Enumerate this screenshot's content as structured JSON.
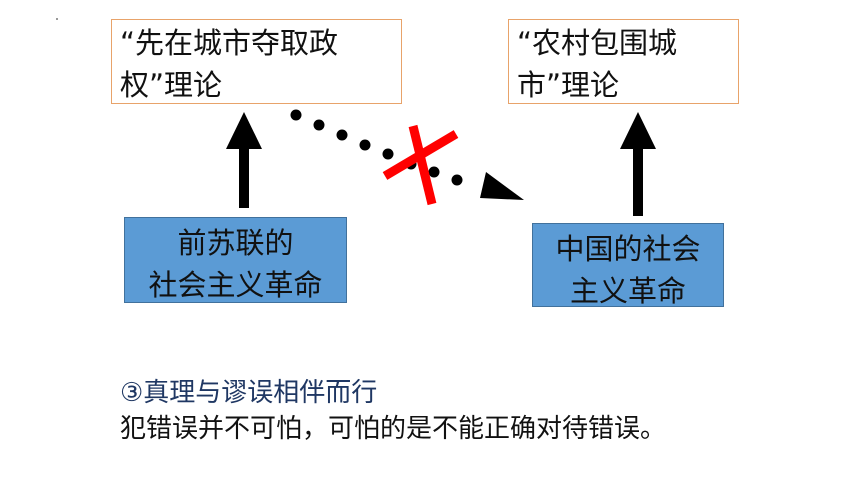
{
  "theory_left": {
    "line1": "“先在城市夺取政",
    "line2": "权”理论"
  },
  "theory_right": {
    "line1": "“农村包围城",
    "line2": "市”理论"
  },
  "revolution_left": {
    "line1": "前苏联的",
    "line2": "社会主义革命"
  },
  "revolution_right": {
    "line1": "中国的社会",
    "line2": "主义革命"
  },
  "note": {
    "heading": "③真理与谬误相伴而行",
    "text": "犯错误并不可怕，可怕的是不能正确对待错误。"
  },
  "colors": {
    "theory_border": "#e8a36a",
    "revolution_fill": "#5b9bd5",
    "arrow": "#000000",
    "cross": "#ff0000",
    "heading": "#1f3763"
  }
}
